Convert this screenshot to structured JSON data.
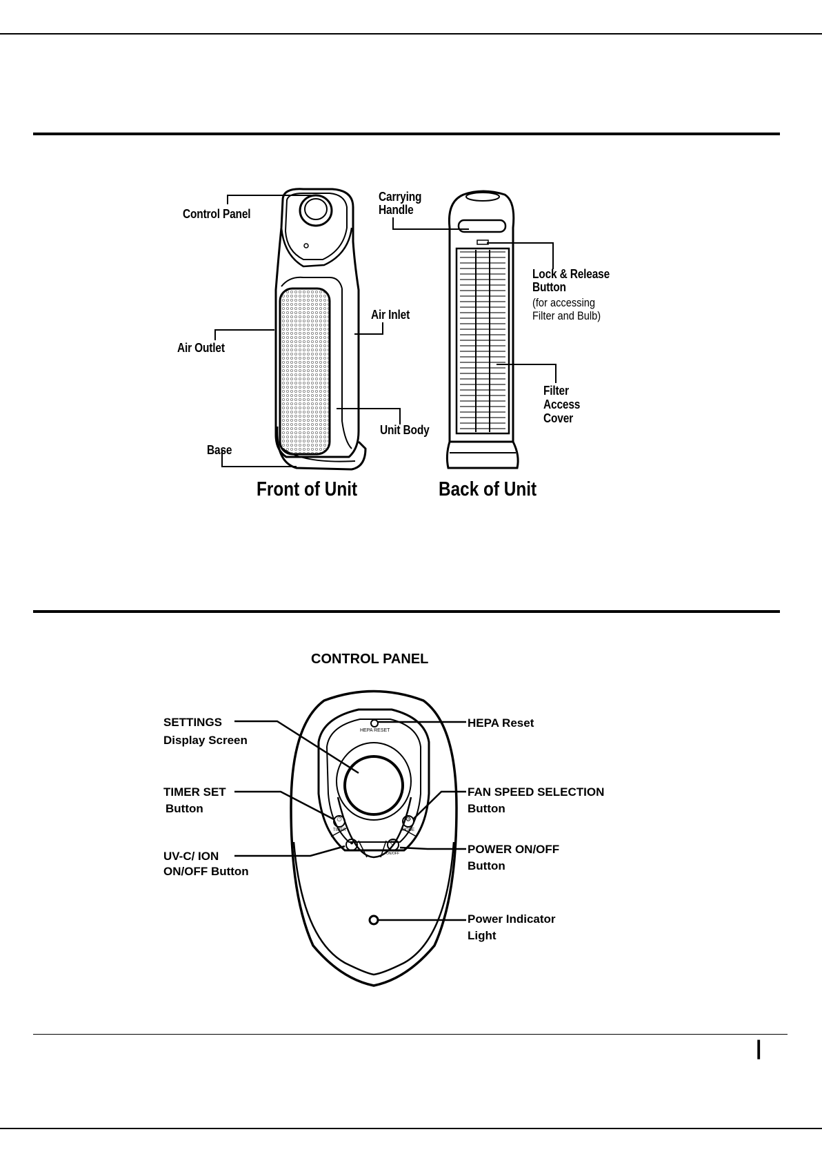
{
  "figure1": {
    "labels": {
      "control_panel": "Control Panel",
      "carrying_handle_1": "Carrying",
      "carrying_handle_2": "Handle",
      "lock_release_1": "Lock & Release",
      "lock_release_2": "Button",
      "lock_release_3": "(for accessing",
      "lock_release_4": "Filter and Bulb)",
      "air_inlet": "Air Inlet",
      "air_outlet": "Air Outlet",
      "filter_access_1": "Filter",
      "filter_access_2": "Access",
      "filter_access_3": "Cover",
      "unit_body": "Unit Body",
      "base": "Base",
      "front_of_unit": "Front of Unit",
      "back_of_unit": "Back of Unit"
    }
  },
  "figure2": {
    "title": "CONTROL PANEL",
    "panel_text": {
      "hepa_reset": "HEPA RESET",
      "timer": "TIMER",
      "mode": "MODE",
      "on_off": "ON/OFF"
    },
    "labels": {
      "settings_1": "SETTINGS",
      "settings_2": "Display Screen",
      "timer_1": "TIMER SET",
      "timer_2": "Button",
      "uvc_1": "UV-C/ ION",
      "uvc_2": "ON/OFF Button",
      "hepa": "HEPA Reset",
      "fan_1": "FAN SPEED SELECTION",
      "fan_2": "Button",
      "power_1": "POWER ON/OFF",
      "power_2": "Button",
      "indicator_1": "Power Indicator",
      "indicator_2": "Light"
    }
  },
  "footer": {
    "page_marker": "|"
  }
}
